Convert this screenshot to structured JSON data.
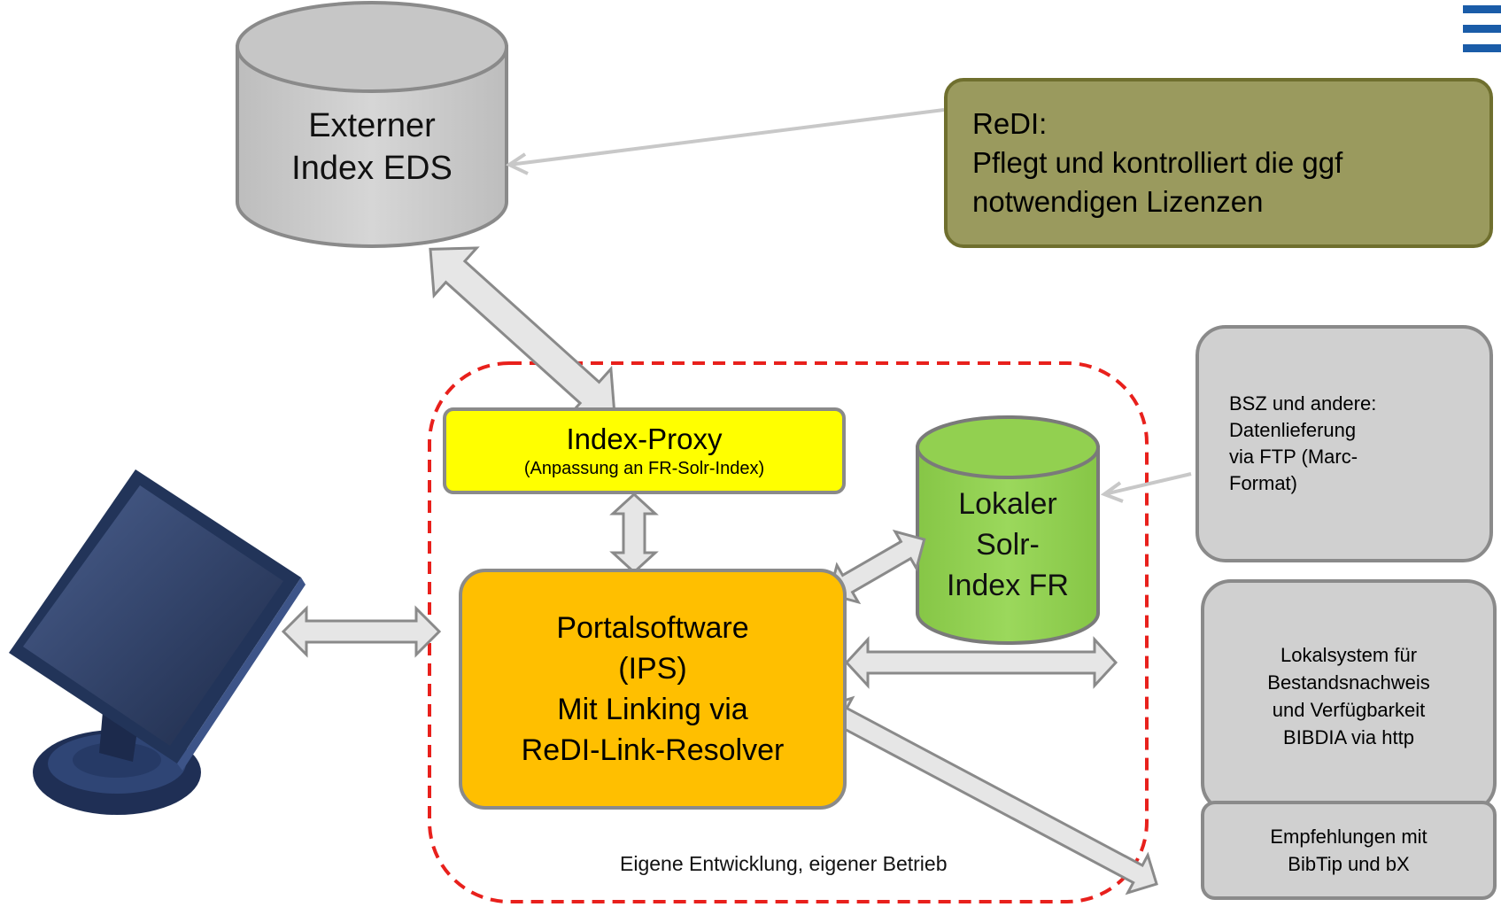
{
  "external_index": {
    "line1": "Externer",
    "line2": "Index EDS"
  },
  "redi": {
    "line1": "ReDI:",
    "line2": "Pflegt und kontrolliert die ggf",
    "line3": "notwendigen Lizenzen"
  },
  "bsz": {
    "line1": "BSZ und andere:",
    "line2": "Datenlieferung",
    "line3": "via FTP (Marc-",
    "line4": "Format)"
  },
  "index_proxy": {
    "title": "Index-Proxy",
    "subtitle": "(Anpassung an FR-Solr-Index)"
  },
  "local_solr": {
    "line1": "Lokaler",
    "line2": "Solr-",
    "line3": "Index FR"
  },
  "portal": {
    "line1": "Portalsoftware",
    "line2": "(IPS)",
    "line3": "Mit Linking via",
    "line4": "ReDI-Link-Resolver"
  },
  "lokalsystem": {
    "line1": "Lokalsystem für",
    "line2": "Bestandsnachweis",
    "line3": "und Verfügbarkeit",
    "line4": "BIBDIA via http"
  },
  "empfehlungen": {
    "line1": "Empfehlungen mit",
    "line2": "BibTip und bX"
  },
  "boundary_label": "Eigene Entwicklung, eigener Betrieb",
  "colors": {
    "gray_box": "#d0d0d0",
    "redi_box": "#9a9a5e",
    "proxy_box": "#ffff00",
    "portal_box": "#ffbf00",
    "solr_green": "#92d050",
    "boundary_red": "#e8201c",
    "logo_blue": "#1a5ca8"
  },
  "icons": [
    "monitor-icon",
    "logo-icon"
  ]
}
